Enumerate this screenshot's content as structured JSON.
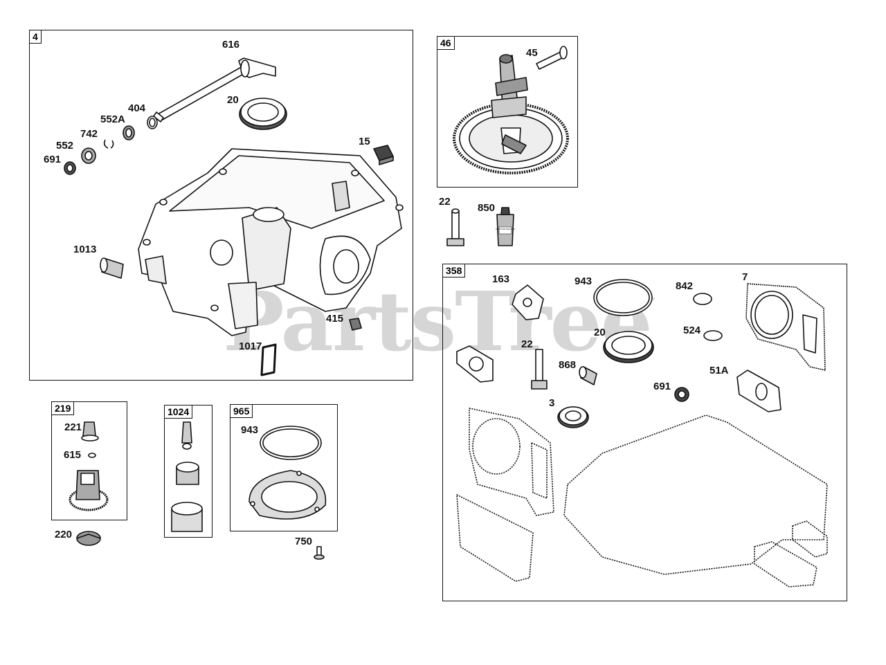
{
  "watermark": {
    "text": "PartsTree",
    "tm": "™"
  },
  "sealant_tube_text": "SILICONE SEALANT",
  "groups": {
    "g4": {
      "tag": "4"
    },
    "g46": {
      "tag": "46"
    },
    "g358": {
      "tag": "358"
    },
    "g219": {
      "tag": "219"
    },
    "g1024": {
      "tag": "1024"
    },
    "g965": {
      "tag": "965"
    }
  },
  "labels": {
    "p616": "616",
    "p20a": "20",
    "p404": "404",
    "p552A": "552A",
    "p742": "742",
    "p552": "552",
    "p691a": "691",
    "p15": "15",
    "p1013": "1013",
    "p415": "415",
    "p1017": "1017",
    "p45": "45",
    "p22a": "22",
    "p850": "850",
    "p163": "163",
    "p943a": "943",
    "p842": "842",
    "p7": "7",
    "p524": "524",
    "p20b": "20",
    "p22b": "22",
    "p868": "868",
    "p51A": "51A",
    "p691b": "691",
    "p3": "3",
    "p221": "221",
    "p615": "615",
    "p220": "220",
    "p943b": "943",
    "p750": "750"
  },
  "colors": {
    "outline": "#111111",
    "fill": "#ffffff",
    "shade": "#9a9a9a",
    "watermark": "#d6d6d6"
  }
}
